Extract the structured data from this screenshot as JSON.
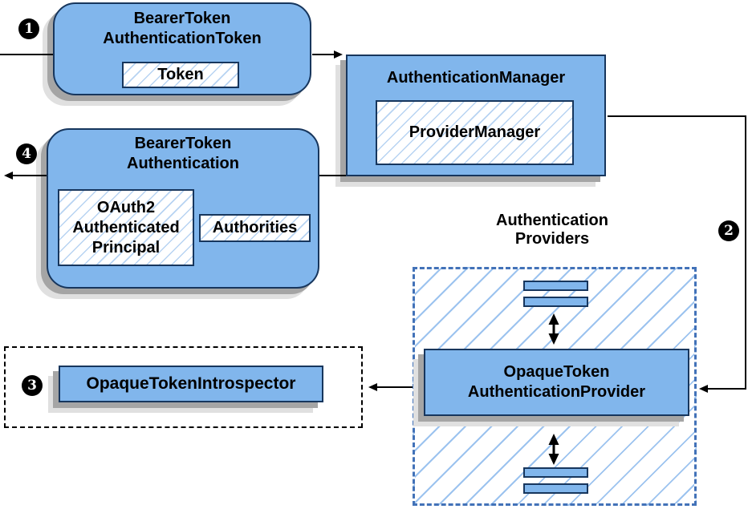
{
  "colors": {
    "node_fill": "#81b6ec",
    "node_border": "#17365d",
    "hatch_line": "#b7d3f2",
    "region_hatch": "#9cc3ef",
    "region_border": "#4272b8",
    "connector": "#000000",
    "badge_bg": "#000000",
    "badge_text": "#ffffff",
    "shadow_dark": "#a5a5a5",
    "shadow_light": "#e0e0e0",
    "text": "#000000"
  },
  "badges": {
    "step1": "1",
    "step2": "2",
    "step3": "3",
    "step4": "4"
  },
  "nodes": {
    "bearer_token_authentication_token": {
      "title": "BearerToken\nAuthenticationToken",
      "token": "Token"
    },
    "authentication_manager": {
      "title": "AuthenticationManager",
      "provider_manager": "ProviderManager"
    },
    "bearer_token_authentication": {
      "title": "BearerToken\nAuthentication",
      "principal": "OAuth2\nAuthenticated\nPrincipal",
      "authorities": "Authorities"
    },
    "opaque_token_introspector": {
      "title": "OpaqueTokenIntrospector"
    },
    "authentication_providers": {
      "label": "Authentication\nProviders",
      "provider_title": "OpaqueToken\nAuthenticationProvider"
    }
  }
}
